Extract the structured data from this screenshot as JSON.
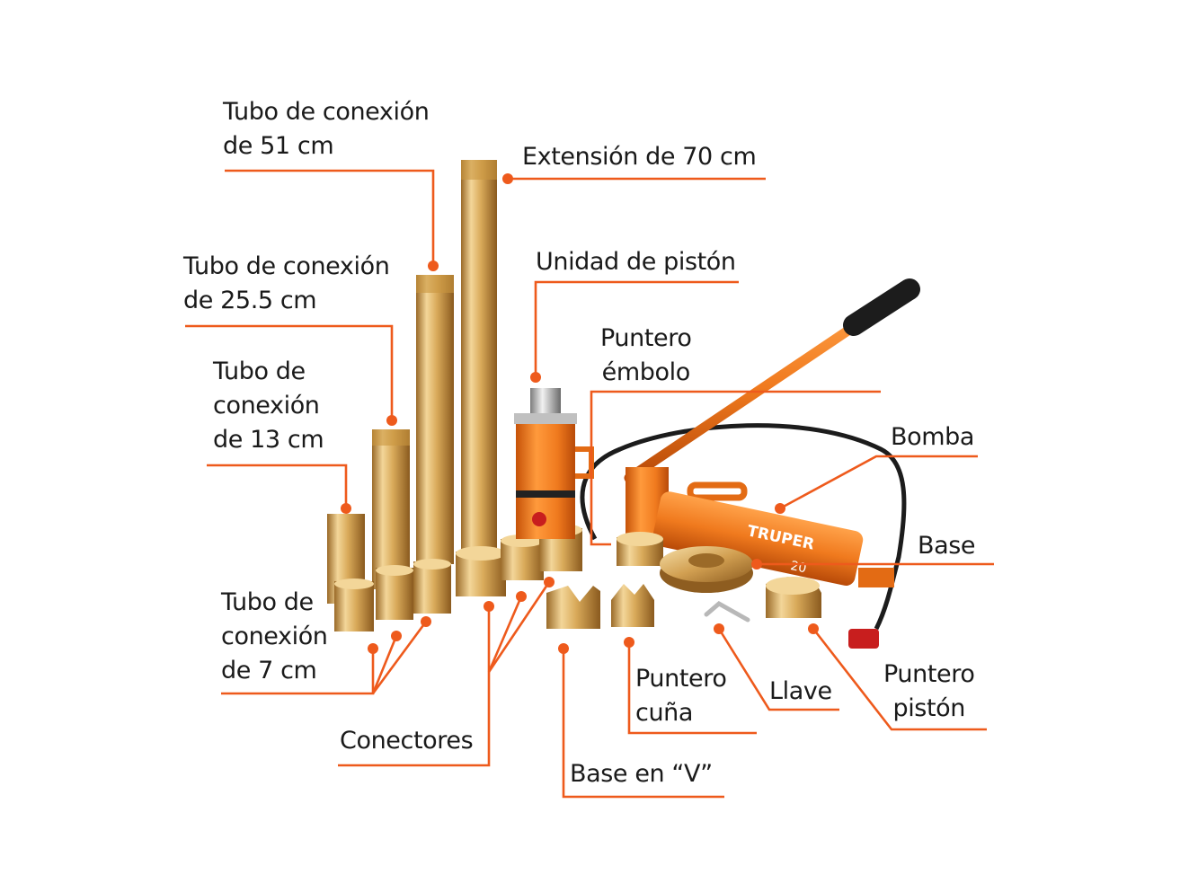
{
  "labels": {
    "tubo51": [
      "Tubo de conexión",
      "de 51 cm"
    ],
    "ext70": [
      "Extensión de 70 cm"
    ],
    "tubo255": [
      "Tubo de conexión",
      "de 25.5 cm"
    ],
    "piston_unit": [
      "Unidad de pistón"
    ],
    "tubo13": [
      "Tubo de",
      "conexión",
      "de 13 cm"
    ],
    "puntero_embolo": [
      "Puntero",
      "émbolo"
    ],
    "bomba": [
      "Bomba"
    ],
    "base": [
      "Base"
    ],
    "tubo7": [
      "Tubo de",
      "conexión",
      "de 7 cm"
    ],
    "puntero_cuna": [
      "Puntero",
      "cuña"
    ],
    "llave": [
      "Llave"
    ],
    "puntero_piston": [
      "Puntero",
      "pistón"
    ],
    "conectores": [
      "Conectores"
    ],
    "base_v": [
      "Base en “V”"
    ]
  },
  "pump_label": {
    "brand": "TRUPER",
    "capacity": "20"
  },
  "colors": {
    "leader": "#ee5a1c",
    "brass": "#d9aa5a",
    "orange": "#f07a1e",
    "text": "#1a1a1a"
  }
}
